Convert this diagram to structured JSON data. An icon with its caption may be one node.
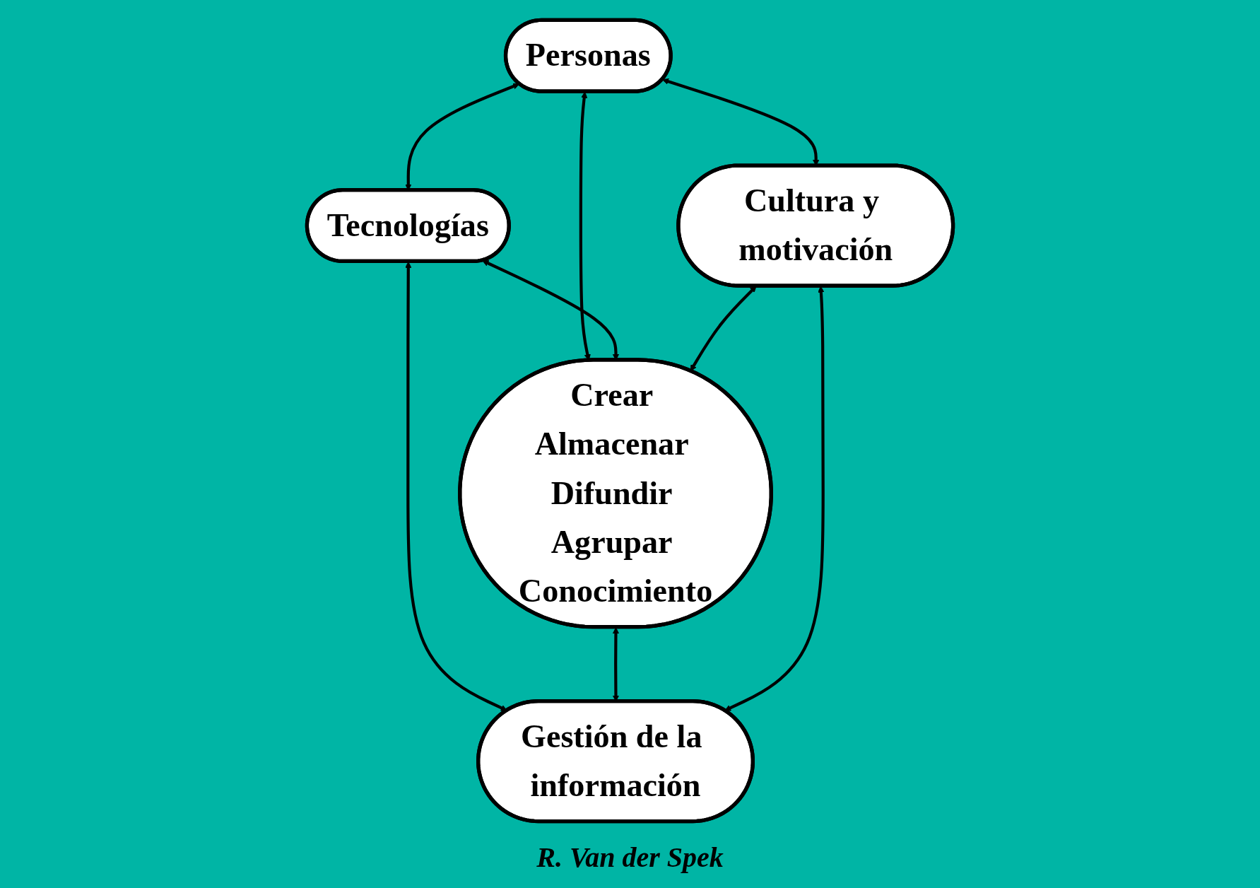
{
  "diagram": {
    "nodes": [
      {
        "text": [
          "Personas"
        ]
      },
      {
        "text": [
          "Tecnologías"
        ]
      },
      {
        "text": [
          "Crear Almacenar Difundir Agrupar Conocimiento"
        ]
      },
      {
        "text": [
          "Cultura y motivación"
        ]
      },
      {
        "text": [
          "Gestión de la información"
        ]
      }
    ],
    "edges": [
      {
        "from": 0,
        "to": 1,
        "arrow": "both"
      },
      {
        "from": 0,
        "to": 2,
        "arrow": "both"
      },
      {
        "from": 1,
        "to": 2,
        "arrow": "both"
      },
      {
        "from": 0,
        "to": 3,
        "arrow": "both"
      },
      {
        "from": 1,
        "to": 4,
        "arrow": "both"
      },
      {
        "from": 3,
        "to": 2,
        "arrow": "both"
      },
      {
        "from": 2,
        "to": 4,
        "arrow": "both"
      },
      {
        "from": 3,
        "to": 4,
        "arrow": "both"
      }
    ],
    "labels": [
      "R. Van der Spek"
    ]
  }
}
